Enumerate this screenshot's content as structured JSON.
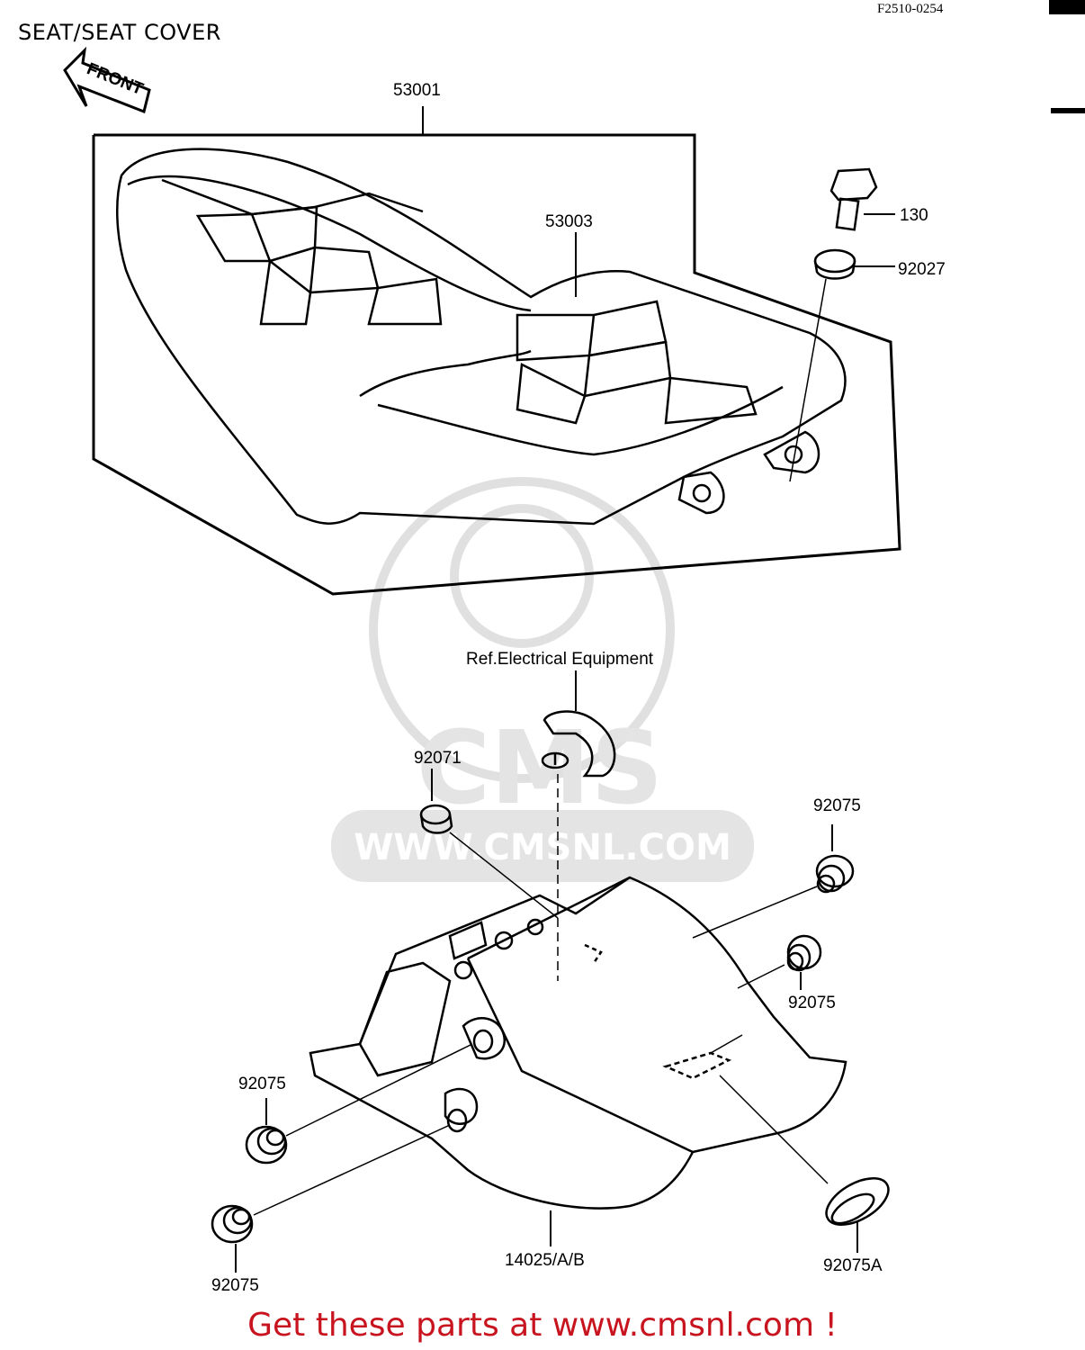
{
  "header": {
    "title": "SEAT/SEAT COVER",
    "doc_code": "F2510-0254"
  },
  "diagram": {
    "front_arrow": "FRONT",
    "parts": {
      "seat": "53001",
      "seat_cover": "53003",
      "bolt": "130",
      "collar": "92027",
      "ref_note": "Ref.Electrical Equipment",
      "damper_top": "92071",
      "grommet_upper_right": "92075",
      "grommet_mid_right": "92075",
      "grommet_left": "92075",
      "grommet_bottom_left": "92075",
      "tail_cover": "14025/A/B",
      "grommet_bottom_right": "92075A"
    },
    "watermark": "WWW.CMSNL.COM",
    "watermark_logo": "CMS"
  },
  "footer": {
    "text": "Get these parts at www.cmsnl.com !",
    "color": "#c8141e"
  }
}
